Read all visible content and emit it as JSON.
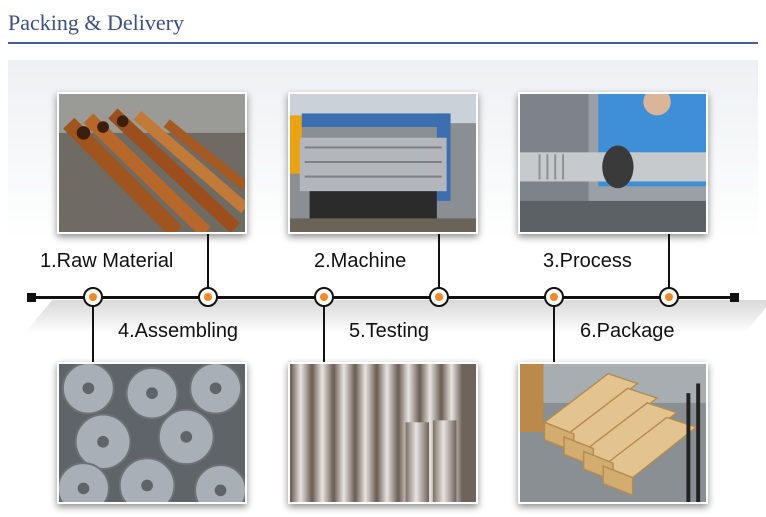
{
  "header": {
    "title": "Packing & Delivery"
  },
  "steps": [
    {
      "label": "1.Raw Material",
      "photo_icon": "steel-pipes-photo"
    },
    {
      "label": "2.Machine",
      "photo_icon": "cnc-machine-photo"
    },
    {
      "label": "3.Process",
      "photo_icon": "worker-process-photo"
    },
    {
      "label": "4.Assembling",
      "photo_icon": "metal-flanges-photo"
    },
    {
      "label": "5.Testing",
      "photo_icon": "steel-rods-photo"
    },
    {
      "label": "6.Package",
      "photo_icon": "wooden-crates-photo"
    }
  ],
  "colors": {
    "title": "#3d4f7c",
    "rule": "#4a5f8f",
    "timeline": "#111111",
    "node_accent": "#f08a2a"
  }
}
